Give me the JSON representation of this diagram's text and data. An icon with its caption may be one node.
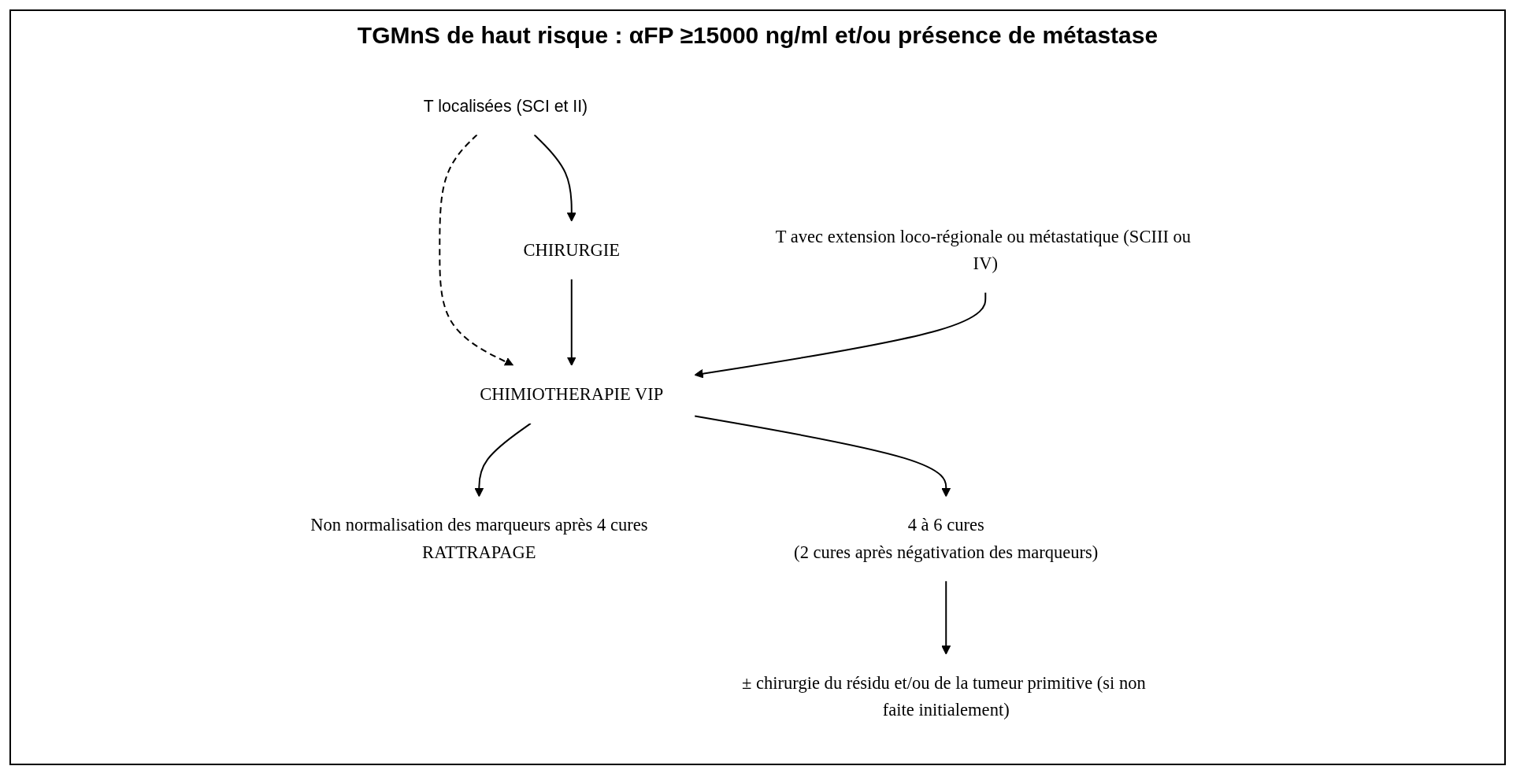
{
  "diagram": {
    "title": "TGMnS de haut risque : αFP ≥15000 ng/ml et/ou présence de métastase",
    "nodes": [
      {
        "text": [
          "T localisées (SCI et II)"
        ]
      },
      {
        "text": [
          "CHIRURGIE"
        ]
      },
      {
        "text": [
          "T avec extension loco-régionale ou métastatique (SCIII ou IV)"
        ]
      },
      {
        "text": [
          "CHIMIOTHERAPIE VIP"
        ]
      },
      {
        "text": [
          "Non normalisation des marqueurs après 4 cures",
          "RATTRAPAGE"
        ]
      },
      {
        "text": [
          "4 à 6 cures",
          "(2 cures après négativation des marqueurs)"
        ]
      },
      {
        "text": [
          "± chirurgie du résidu et/ou de la tumeur primitive (si non faite initialement)"
        ]
      }
    ],
    "edges": [
      {
        "from": 0,
        "to": 1,
        "arrow": "to"
      },
      {
        "from": 0,
        "to": 3,
        "arrow": "to",
        "style": "dashed"
      },
      {
        "from": 1,
        "to": 3,
        "arrow": "to"
      },
      {
        "from": 2,
        "to": 3,
        "arrow": "to"
      },
      {
        "from": 3,
        "to": 5,
        "arrow": "to"
      },
      {
        "from": 3,
        "to": 4,
        "arrow": "to"
      },
      {
        "from": 5,
        "to": 6,
        "arrow": "to"
      }
    ]
  }
}
